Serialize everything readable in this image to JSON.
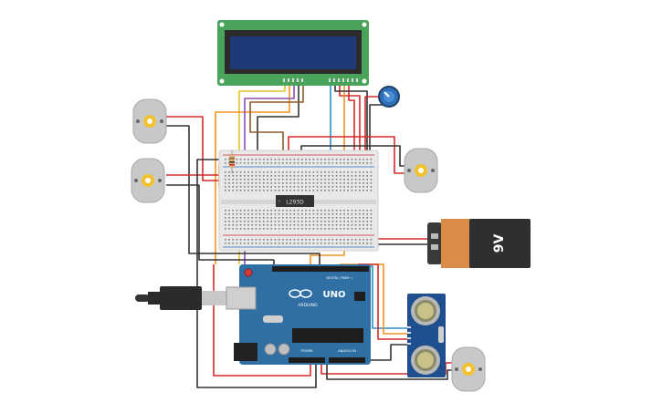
{
  "components": {
    "lcd": {
      "name": "16x2 LCD",
      "screen_color": "#1f3a78",
      "pcb_color": "#4aa35a"
    },
    "ic": {
      "label": "L293D"
    },
    "battery": {
      "label": "9V",
      "body_color": "#2f2f2f",
      "cap_color": "#d98c4a"
    },
    "arduino": {
      "logo_text": "ARDUINO",
      "model_text": "UNO",
      "digital_label": "DIGITAL (PWM~)",
      "power_label": "POWER",
      "analog_label": "ANALOG IN",
      "board_color": "#2f6fa3"
    },
    "ultrasonic": {
      "name": "HC-SR04",
      "board_color": "#1f4f8f"
    },
    "motors": [
      "motor-1",
      "motor-2",
      "motor-3",
      "motor-4"
    ],
    "potentiometer": {
      "color": "#2e6fb5"
    }
  },
  "wire_colors": {
    "red": "#d62a2a",
    "black": "#333333",
    "orange": "#f0921e",
    "yellow": "#e6c229",
    "blue": "#2a8fc7",
    "brown": "#8b5a2b",
    "purple": "#8e4fb5",
    "green": "#3aa35a"
  }
}
